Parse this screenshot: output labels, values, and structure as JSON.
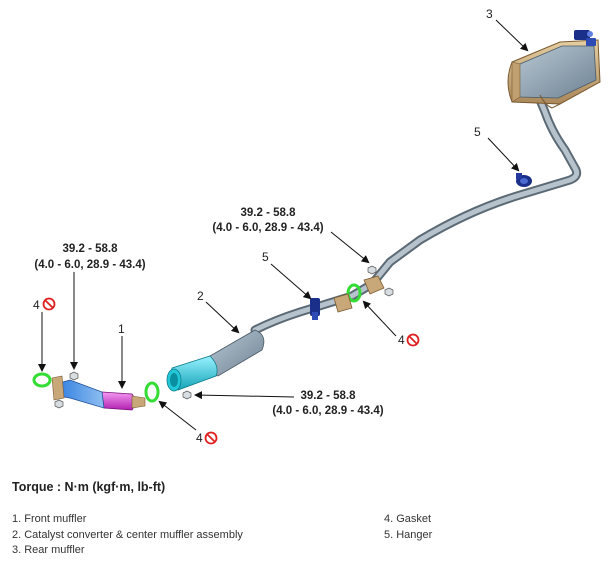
{
  "callouts": {
    "part1": "1",
    "part2": "2",
    "part3": "3",
    "part4a": "4",
    "part4b": "4",
    "part4c": "4",
    "part5a": "5",
    "part5b": "5"
  },
  "torque_specs": {
    "left": {
      "value": "39.2 - 58.8",
      "detail": "(4.0 - 6.0, 28.9 - 43.4)"
    },
    "center_bottom": {
      "value": "39.2 - 58.8",
      "detail": "(4.0 - 6.0, 28.9 - 43.4)"
    },
    "upper_right": {
      "value": "39.2 - 58.8",
      "detail": "(4.0 - 6.0, 28.9 - 43.4)"
    }
  },
  "torque_heading": "Torque : N·m (kgf·m, lb-ft)",
  "legend": {
    "left": [
      "1. Front muffler",
      "2. Catalyst converter & center muffler assembly",
      "3. Rear muffler"
    ],
    "right": [
      "4. Gasket",
      "5. Hanger"
    ]
  },
  "icons": {
    "no_reuse": "prohibition-icon",
    "nut": "nut-icon"
  },
  "colors": {
    "gasket": "#33dd33",
    "prohibition": "#e02020",
    "front_muffler": "#d23ad2",
    "catalyst": "#22c8d8",
    "hanger": "#1a2f8a",
    "rear_muffler_shell": "#c8a878",
    "pipe": "#8a9aa6"
  }
}
